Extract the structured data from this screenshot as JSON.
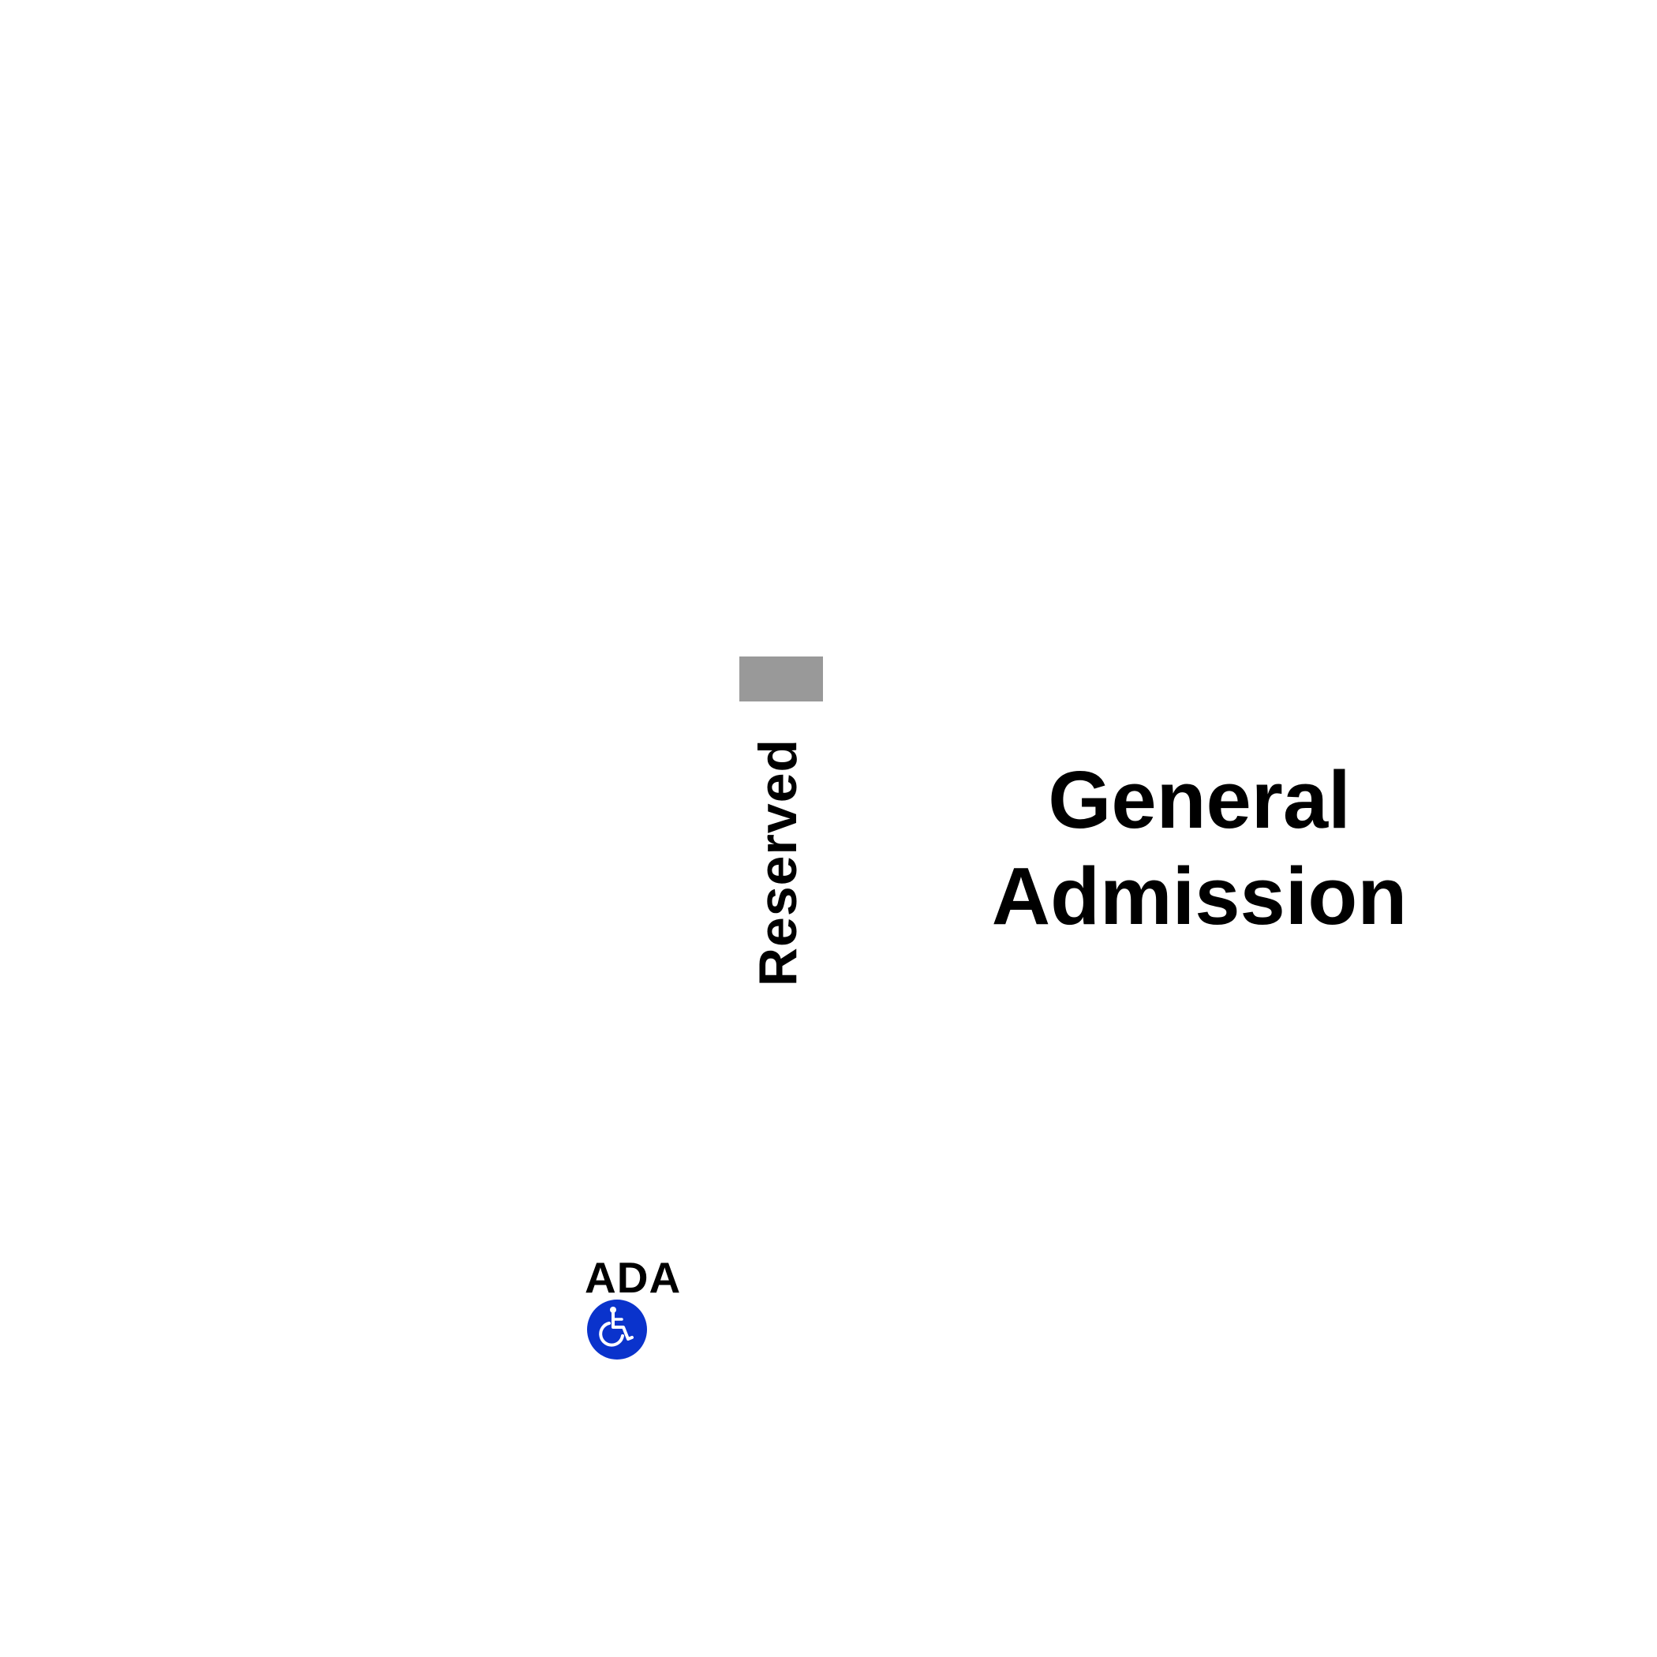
{
  "map": {
    "stage_color": "#999999",
    "reserved_label": "Reserved",
    "general_admission": {
      "line1": "General",
      "line2": "Admission"
    },
    "ada": {
      "label": "ADA",
      "icon": "wheelchair-icon",
      "icon_color": "#0a33cc"
    }
  }
}
